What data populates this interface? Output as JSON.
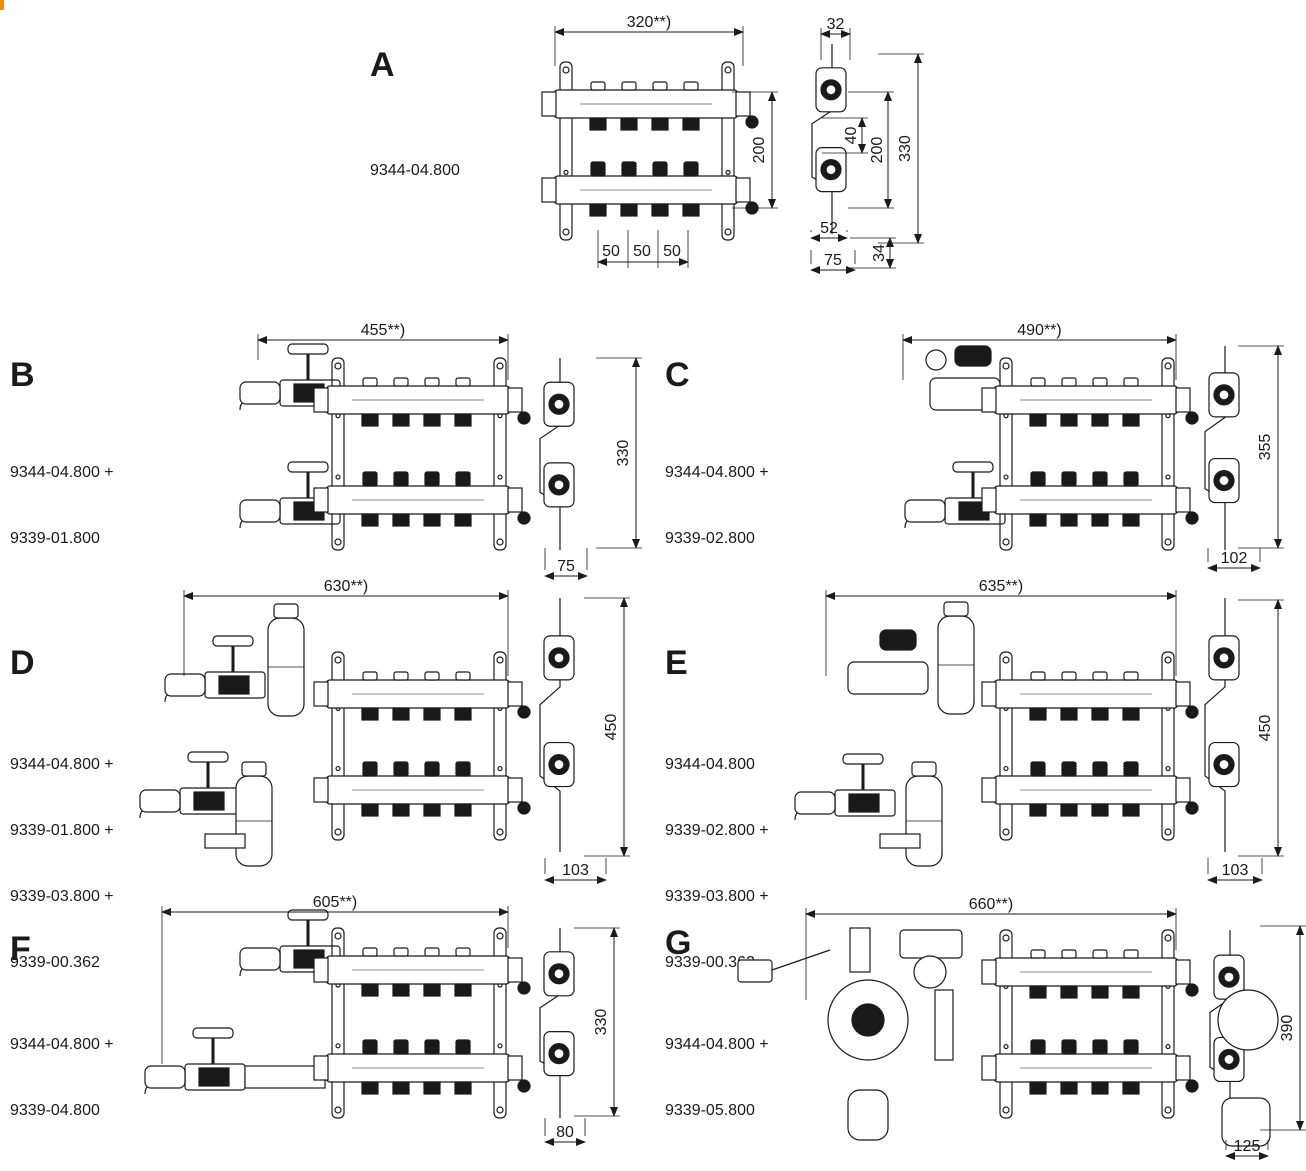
{
  "accent_color": "#f08c00",
  "panels": {
    "A": {
      "letter": "A",
      "codes": [
        "9344-04.800"
      ],
      "dims": {
        "width": "320**)",
        "side_top": "32",
        "spacing": [
          "50",
          "50",
          "50"
        ],
        "center": "200",
        "side_40": "40",
        "side_200": "200",
        "height": "330",
        "side_52": "52",
        "side_34": "34",
        "depth": "75"
      }
    },
    "B": {
      "letter": "B",
      "codes": [
        "9344-04.800 +",
        "9339-01.800"
      ],
      "dims": {
        "width": "455**)",
        "height": "330",
        "depth": "75"
      }
    },
    "C": {
      "letter": "C",
      "codes": [
        "9344-04.800 +",
        "9339-02.800"
      ],
      "dims": {
        "width": "490**)",
        "height": "355",
        "depth": "102"
      }
    },
    "D": {
      "letter": "D",
      "codes": [
        "9344-04.800 +",
        "9339-01.800 +",
        "9339-03.800 +",
        "9339-00.362"
      ],
      "dims": {
        "width": "630**)",
        "height": "450",
        "depth": "103"
      }
    },
    "E": {
      "letter": "E",
      "codes": [
        "9344-04.800",
        "9339-02.800 +",
        "9339-03.800 +",
        "9339-00.362"
      ],
      "dims": {
        "width": "635**)",
        "height": "450",
        "depth": "103"
      }
    },
    "F": {
      "letter": "F",
      "codes": [
        "9344-04.800 +",
        "9339-04.800"
      ],
      "dims": {
        "width": "605**)",
        "height": "330",
        "depth": "80"
      }
    },
    "G": {
      "letter": "G",
      "codes": [
        "9344-04.800 +",
        "9339-05.800"
      ],
      "dims": {
        "width": "660**)",
        "height": "390",
        "depth": "125"
      }
    }
  }
}
